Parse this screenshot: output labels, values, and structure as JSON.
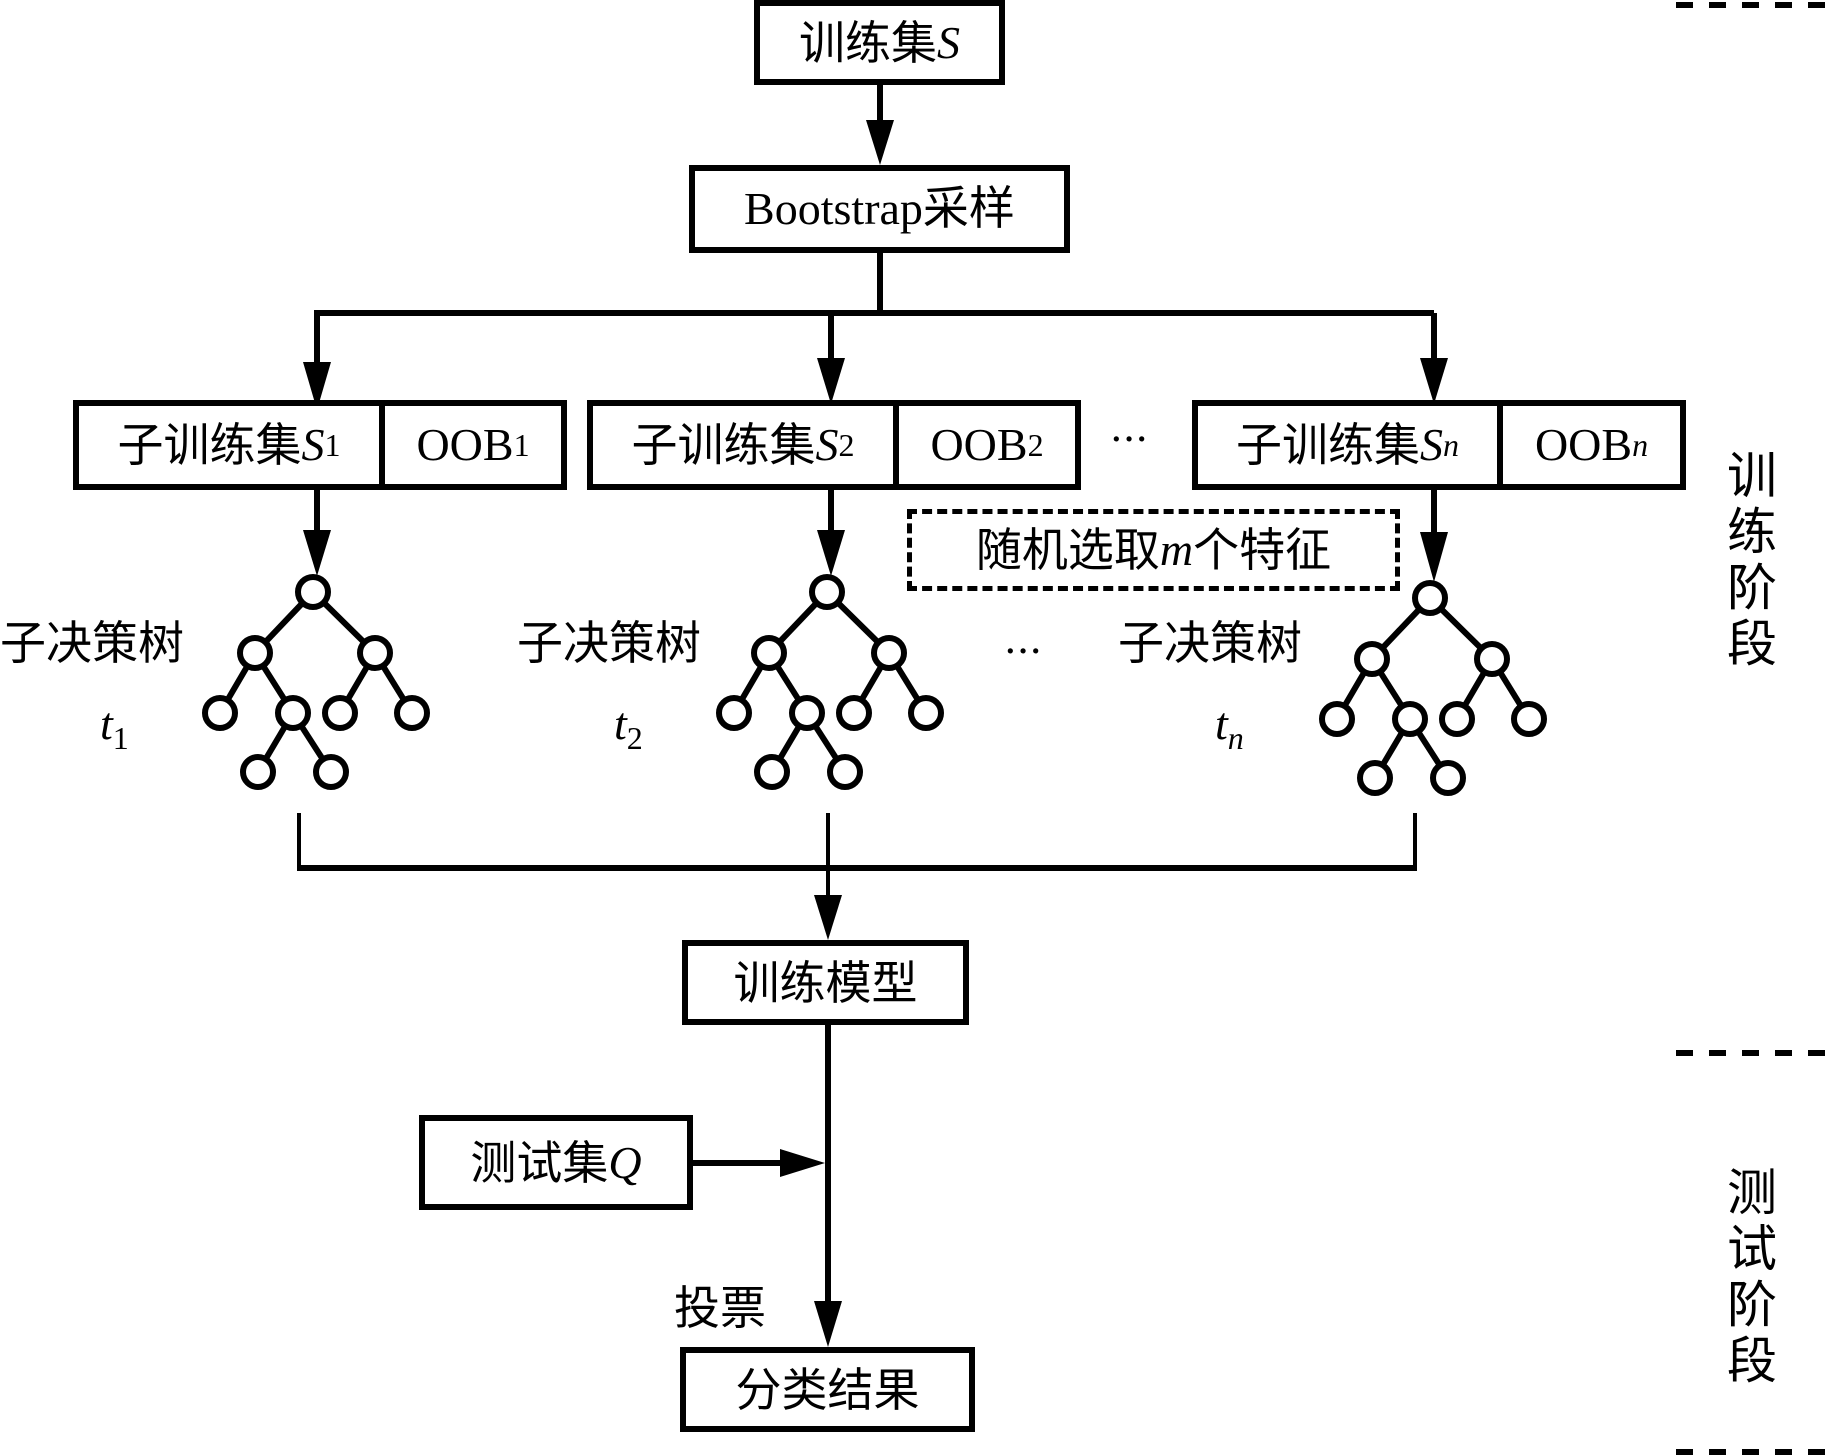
{
  "diagram": {
    "title": "Random forest training and testing flow",
    "nodes": {
      "training_set": {
        "text": "训练集",
        "var": "S"
      },
      "bootstrap": {
        "text": "Bootstrap采样"
      },
      "subsets": [
        {
          "text": "子训练集",
          "var": "S",
          "sub": "1",
          "oob": "OOB",
          "oob_sub": "1"
        },
        {
          "text": "子训练集",
          "var": "S",
          "sub": "2",
          "oob": "OOB",
          "oob_sub": "2"
        },
        {
          "text": "子训练集",
          "var": "S",
          "sub": "n",
          "oob": "OOB",
          "oob_sub": "n"
        }
      ],
      "feature_select": {
        "pre": "随机选取",
        "var": "m",
        "post": "个特征"
      },
      "trees": [
        {
          "label": "子决策树",
          "var": "t",
          "sub": "1"
        },
        {
          "label": "子决策树",
          "var": "t",
          "sub": "2"
        },
        {
          "label": "子决策树",
          "var": "t",
          "sub": "n"
        }
      ],
      "model": {
        "text": "训练模型"
      },
      "test_set": {
        "text": "测试集",
        "var": "Q"
      },
      "vote": {
        "text": "投票"
      },
      "result": {
        "text": "分类结果"
      }
    },
    "ellipsis": "···",
    "phases": [
      {
        "label": "训练阶段"
      },
      {
        "label": "测试阶段"
      }
    ]
  }
}
